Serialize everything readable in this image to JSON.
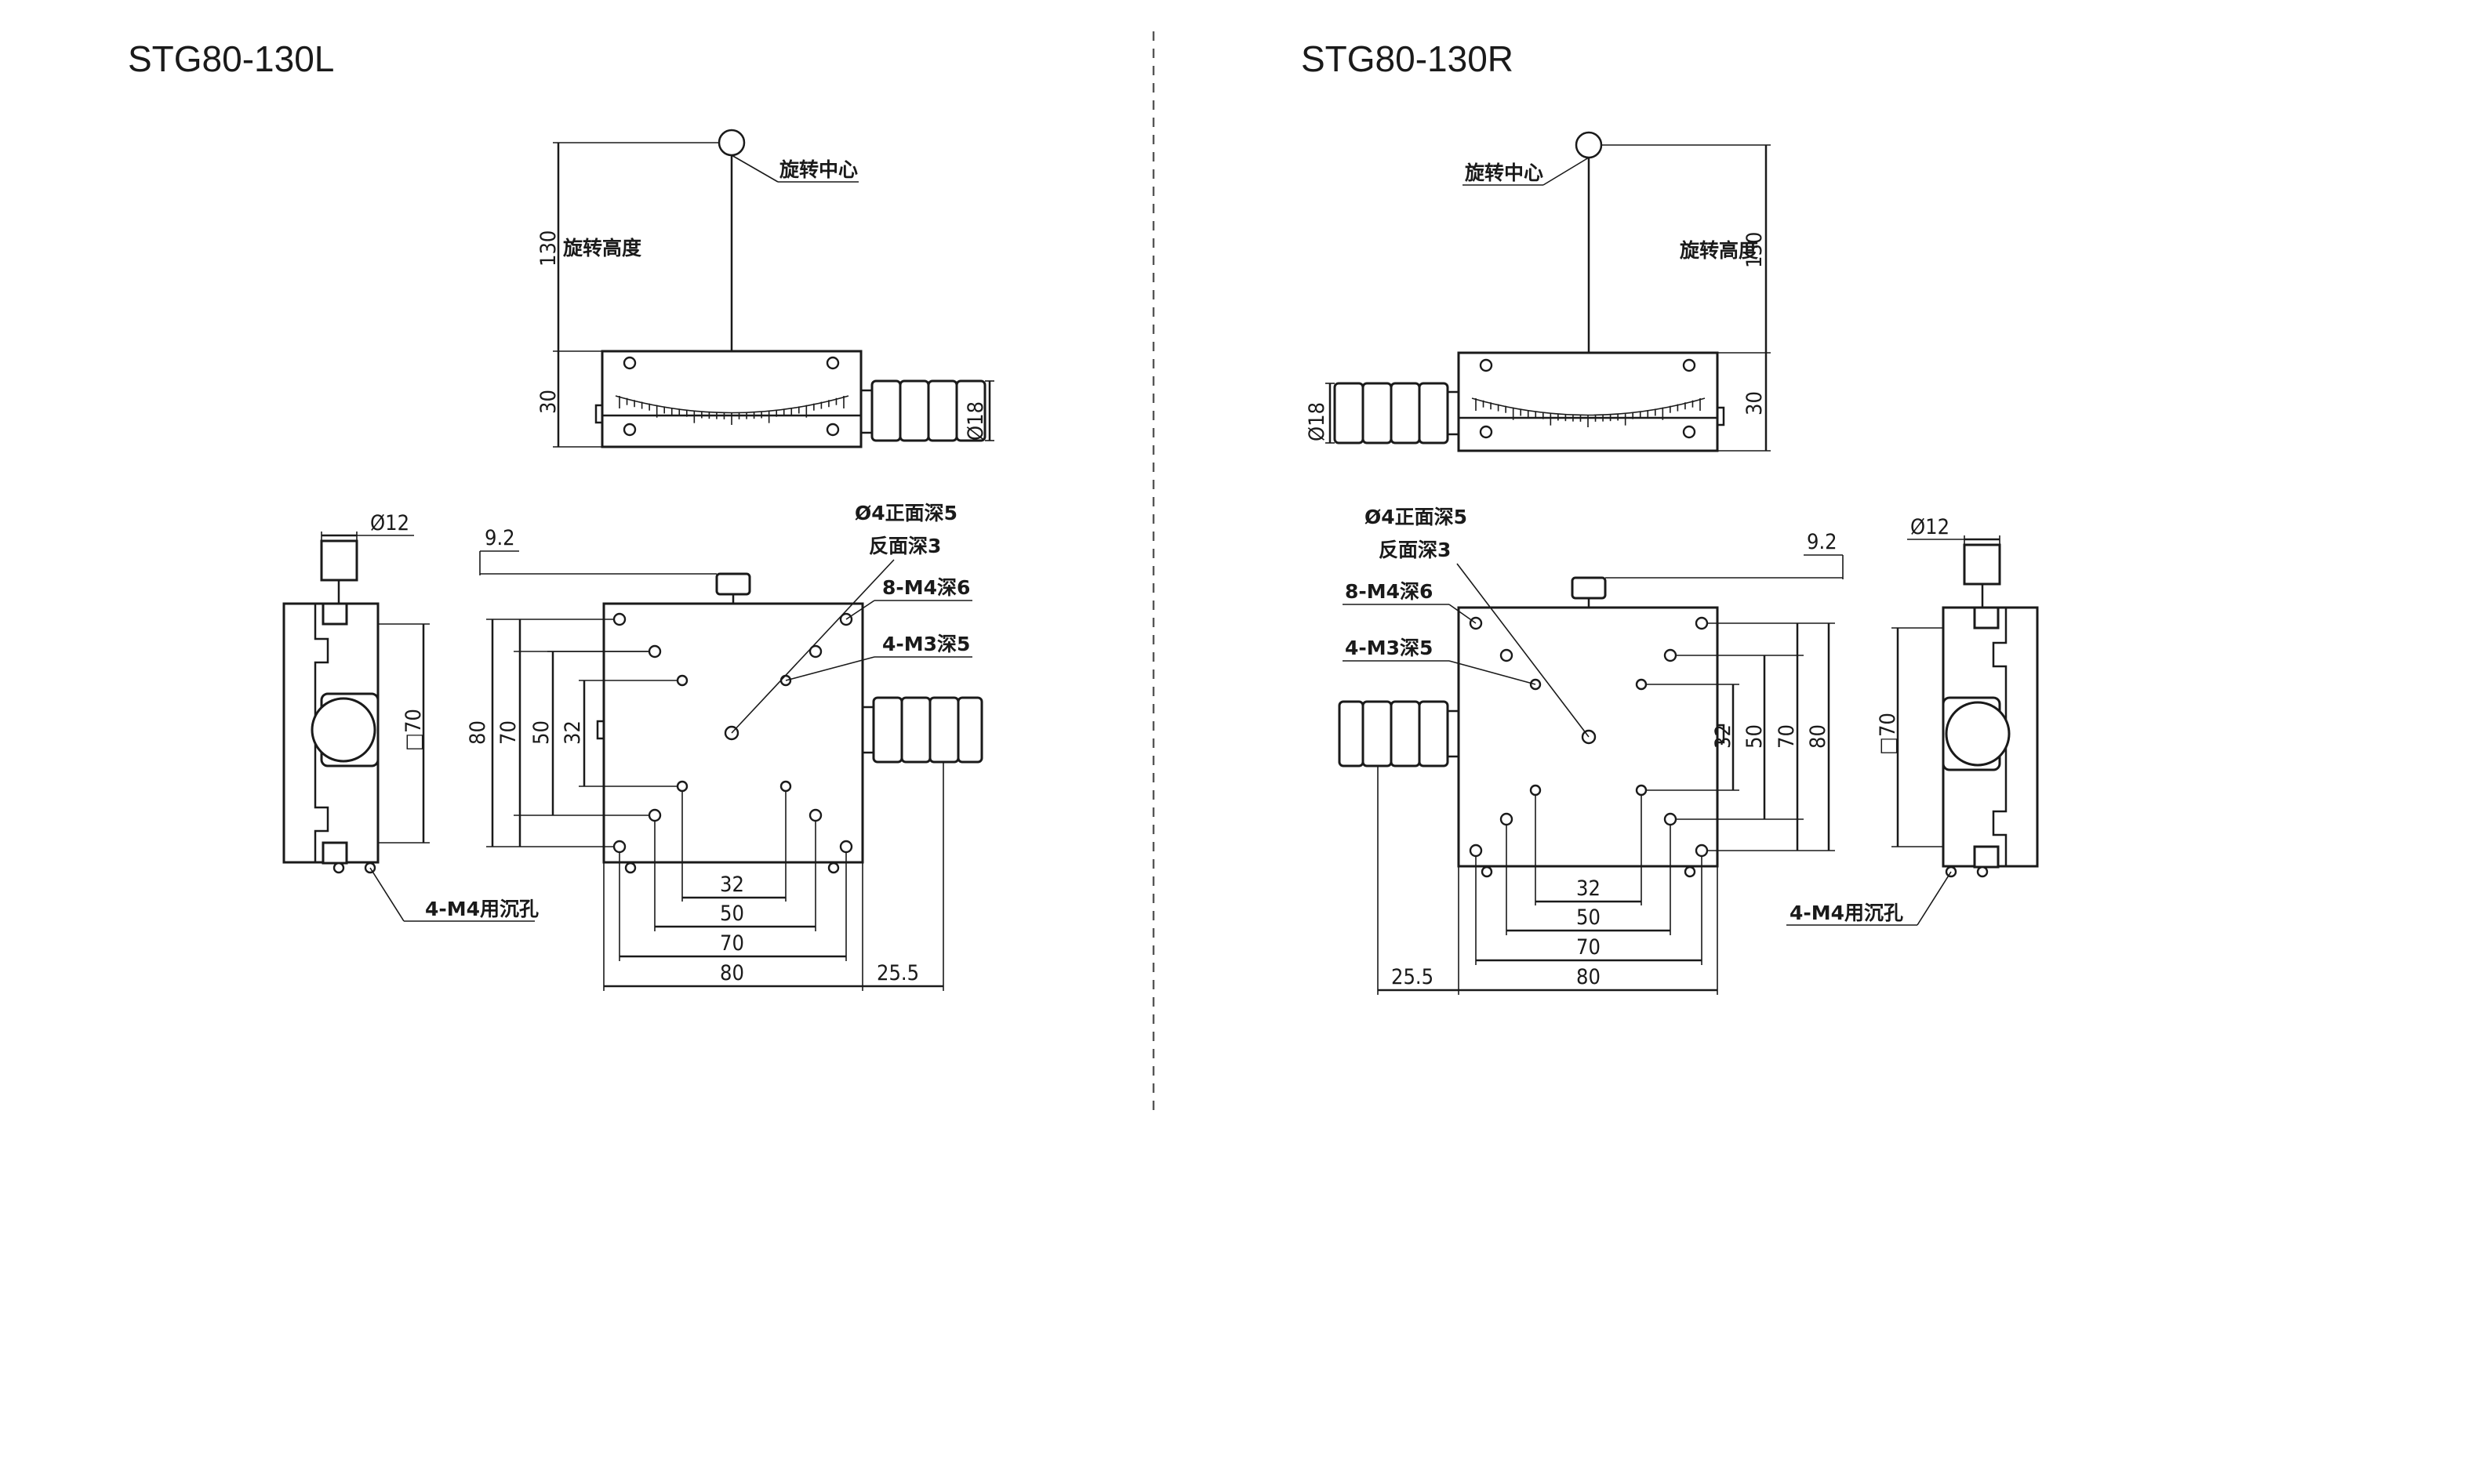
{
  "views": [
    {
      "id": "left",
      "title": "STG80-130L",
      "labels": {
        "rotation_center": "旋转中心",
        "rotation_height": "旋转高度",
        "dim_130": "130",
        "dim_30": "30",
        "dim_phi18": "Ø18",
        "dim_phi12": "Ø12",
        "dim_9_2": "9.2",
        "hole_phi4_front": "Ø4正面深5",
        "hole_phi4_back": "反面深3",
        "hole_m4": "8-M4深6",
        "hole_m3": "4-M3深5",
        "counterbore": "4-M4用沉孔",
        "dim_sq70": "□70",
        "dim_80v": "80",
        "dim_70v": "70",
        "dim_50v": "50",
        "dim_32v": "32",
        "dim_32h": "32",
        "dim_50h": "50",
        "dim_70h": "70",
        "dim_80h": "80",
        "dim_25_5": "25.5"
      }
    },
    {
      "id": "right",
      "title": "STG80-130R",
      "labels": {
        "rotation_center": "旋转中心",
        "rotation_height": "旋转高度",
        "dim_130": "130",
        "dim_30": "30",
        "dim_phi18": "Ø18",
        "dim_phi12": "Ø12",
        "dim_9_2": "9.2",
        "hole_phi4_front": "Ø4正面深5",
        "hole_phi4_back": "反面深3",
        "hole_m4": "8-M4深6",
        "hole_m3": "4-M3深5",
        "counterbore": "4-M4用沉孔",
        "dim_sq70": "□70",
        "dim_80v": "80",
        "dim_70v": "70",
        "dim_50v": "50",
        "dim_32v": "32",
        "dim_32h": "32",
        "dim_50h": "50",
        "dim_70h": "70",
        "dim_80h": "80",
        "dim_25_5": "25.5"
      }
    }
  ],
  "colors": {
    "line": "#1a1a1a",
    "divider": "#555555",
    "background": "#ffffff"
  }
}
